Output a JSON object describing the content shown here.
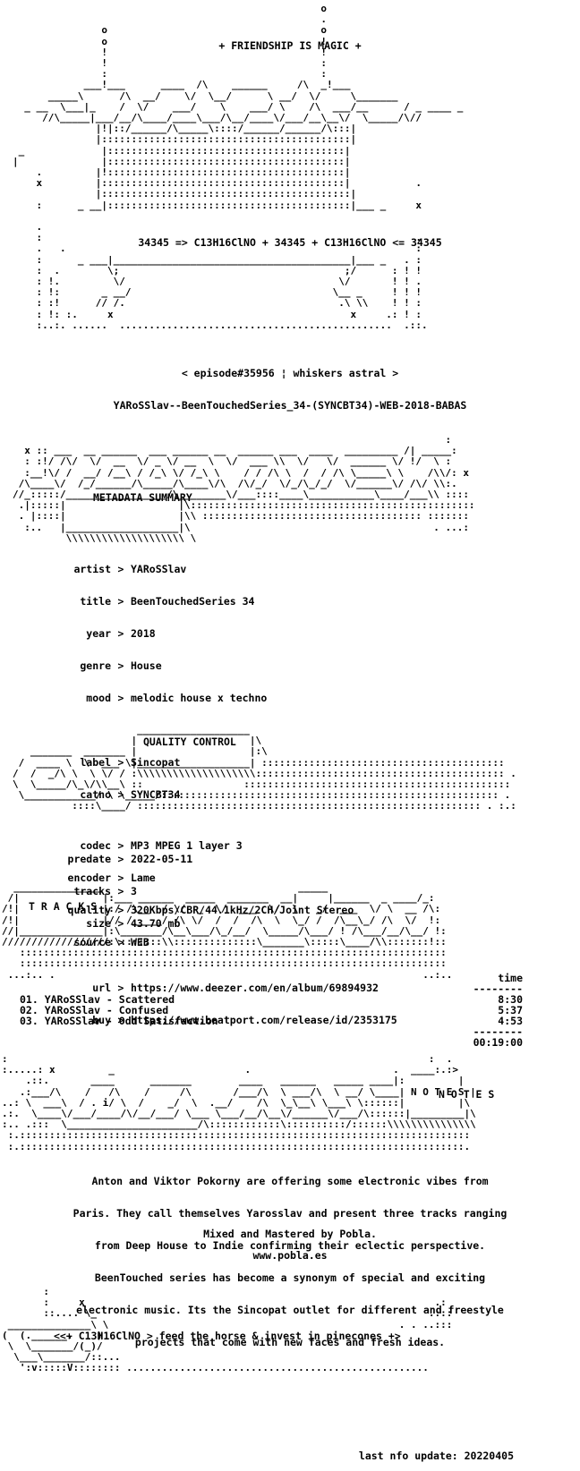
{
  "header": {
    "motto": "+ FRIENDSHIP IS MAGIC +",
    "formula": "34345 => C13H16ClNO + 34345 + C13H16ClNO <= 34345",
    "episode": "< episode#35956 ¦ whiskers astral >",
    "release": "YARoSSlav--BeenTouchedSeries_34-(SYNCBT34)-WEB-2018-BABAS"
  },
  "metadata": {
    "heading": "METADATA SUMMARY",
    "rows": [
      {
        "key": "artist",
        "value": "YARoSSlav"
      },
      {
        "key": "title",
        "value": "BeenTouchedSeries 34"
      },
      {
        "key": "year",
        "value": "2018"
      },
      {
        "key": "genre",
        "value": "House"
      },
      {
        "key": "mood",
        "value": "melodic house x techno"
      },
      {
        "key": "label",
        "value": "Sincopat"
      },
      {
        "key": "catno",
        "value": "SYNCBT34"
      },
      {
        "key": "predate",
        "value": "2022-05-11"
      },
      {
        "key": "tracks",
        "value": "3"
      },
      {
        "key": "size",
        "value": "43.70 mb"
      },
      {
        "key": "url",
        "value": "https://www.deezer.com/en/album/69894932"
      },
      {
        "key": "buy",
        "value": "https://www.beatport.com/release/id/2353175"
      }
    ]
  },
  "quality": {
    "heading": "QUALITY CONTROL",
    "rows": [
      {
        "key": "codec",
        "value": "MP3 MPEG 1 layer 3"
      },
      {
        "key": "encoder",
        "value": "Lame"
      },
      {
        "key": "quality",
        "value": "320Kbps/CBR/44.1kHz/2CH/Joint Stereo"
      },
      {
        "key": "source",
        "value": "WEB"
      }
    ]
  },
  "tracks": {
    "heading": "T R A C K S",
    "time_header": "time",
    "time_rule": "--------",
    "items": [
      {
        "title": "01. YARoSSlav - Scattered",
        "time": "8:30"
      },
      {
        "title": "02. YARoSSlav - Confused",
        "time": "5:37"
      },
      {
        "title": "03. YARoSSlav - Odd Satisfaction",
        "time": "4:53"
      }
    ],
    "total": "00:19:00"
  },
  "notes": {
    "heading": "N O T E S",
    "body": [
      "Anton and Viktor Pokorny are offering some electronic vibes from",
      "Paris. They call themselves Yarosslav and present three tracks ranging",
      "from Deep House to Indie confirming their eclectic perspective.",
      "BeenTouched series has become a synonym of special and exciting",
      "electronic music. Its the Sincopat outlet for different and freestyle",
      "projects that come with new faces and fresh ideas."
    ],
    "credit": "Mixed and Mastered by Pobla.",
    "site": "www.pobla.es"
  },
  "footer": {
    "slogan": "<<+ C13H16ClNO > feed the horse & invest in pinecones +>",
    "update": "last nfo update: 20220405"
  }
}
